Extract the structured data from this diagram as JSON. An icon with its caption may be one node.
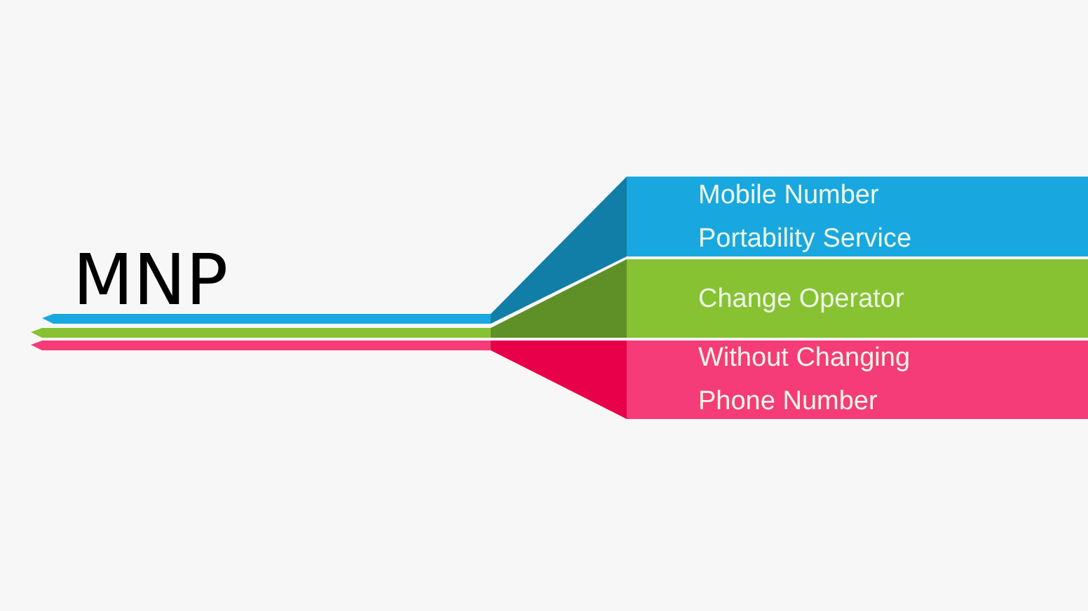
{
  "diagram": {
    "title": "MNP",
    "nodes": [
      {
        "text": [
          "Mobile Number Portability Service"
        ]
      },
      {
        "text": [
          "Change Operator"
        ]
      },
      {
        "text": [
          "Without Changing Phone Number"
        ]
      }
    ]
  }
}
